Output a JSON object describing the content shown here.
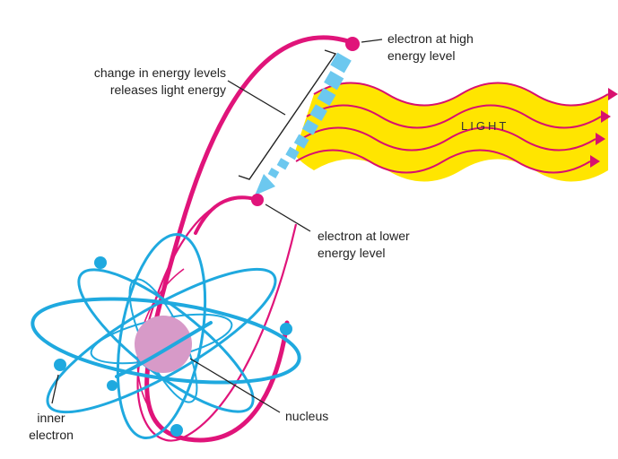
{
  "labels": {
    "high_electron": [
      "electron at high",
      "energy level"
    ],
    "change_energy": [
      "change in energy levels",
      "releases light energy"
    ],
    "light": "LIGHT",
    "lower_electron": [
      "electron at lower",
      "energy level"
    ],
    "inner_electron": [
      "inner",
      "electron"
    ],
    "nucleus": "nucleus"
  },
  "colors": {
    "magenta": "#e0147a",
    "cyan": "#1fa9df",
    "light_blue": "#6cc8ef",
    "yellow": "#ffe500",
    "wave_stroke": "#d8106e",
    "nucleus": "#d79ac8",
    "leader": "#222222"
  }
}
